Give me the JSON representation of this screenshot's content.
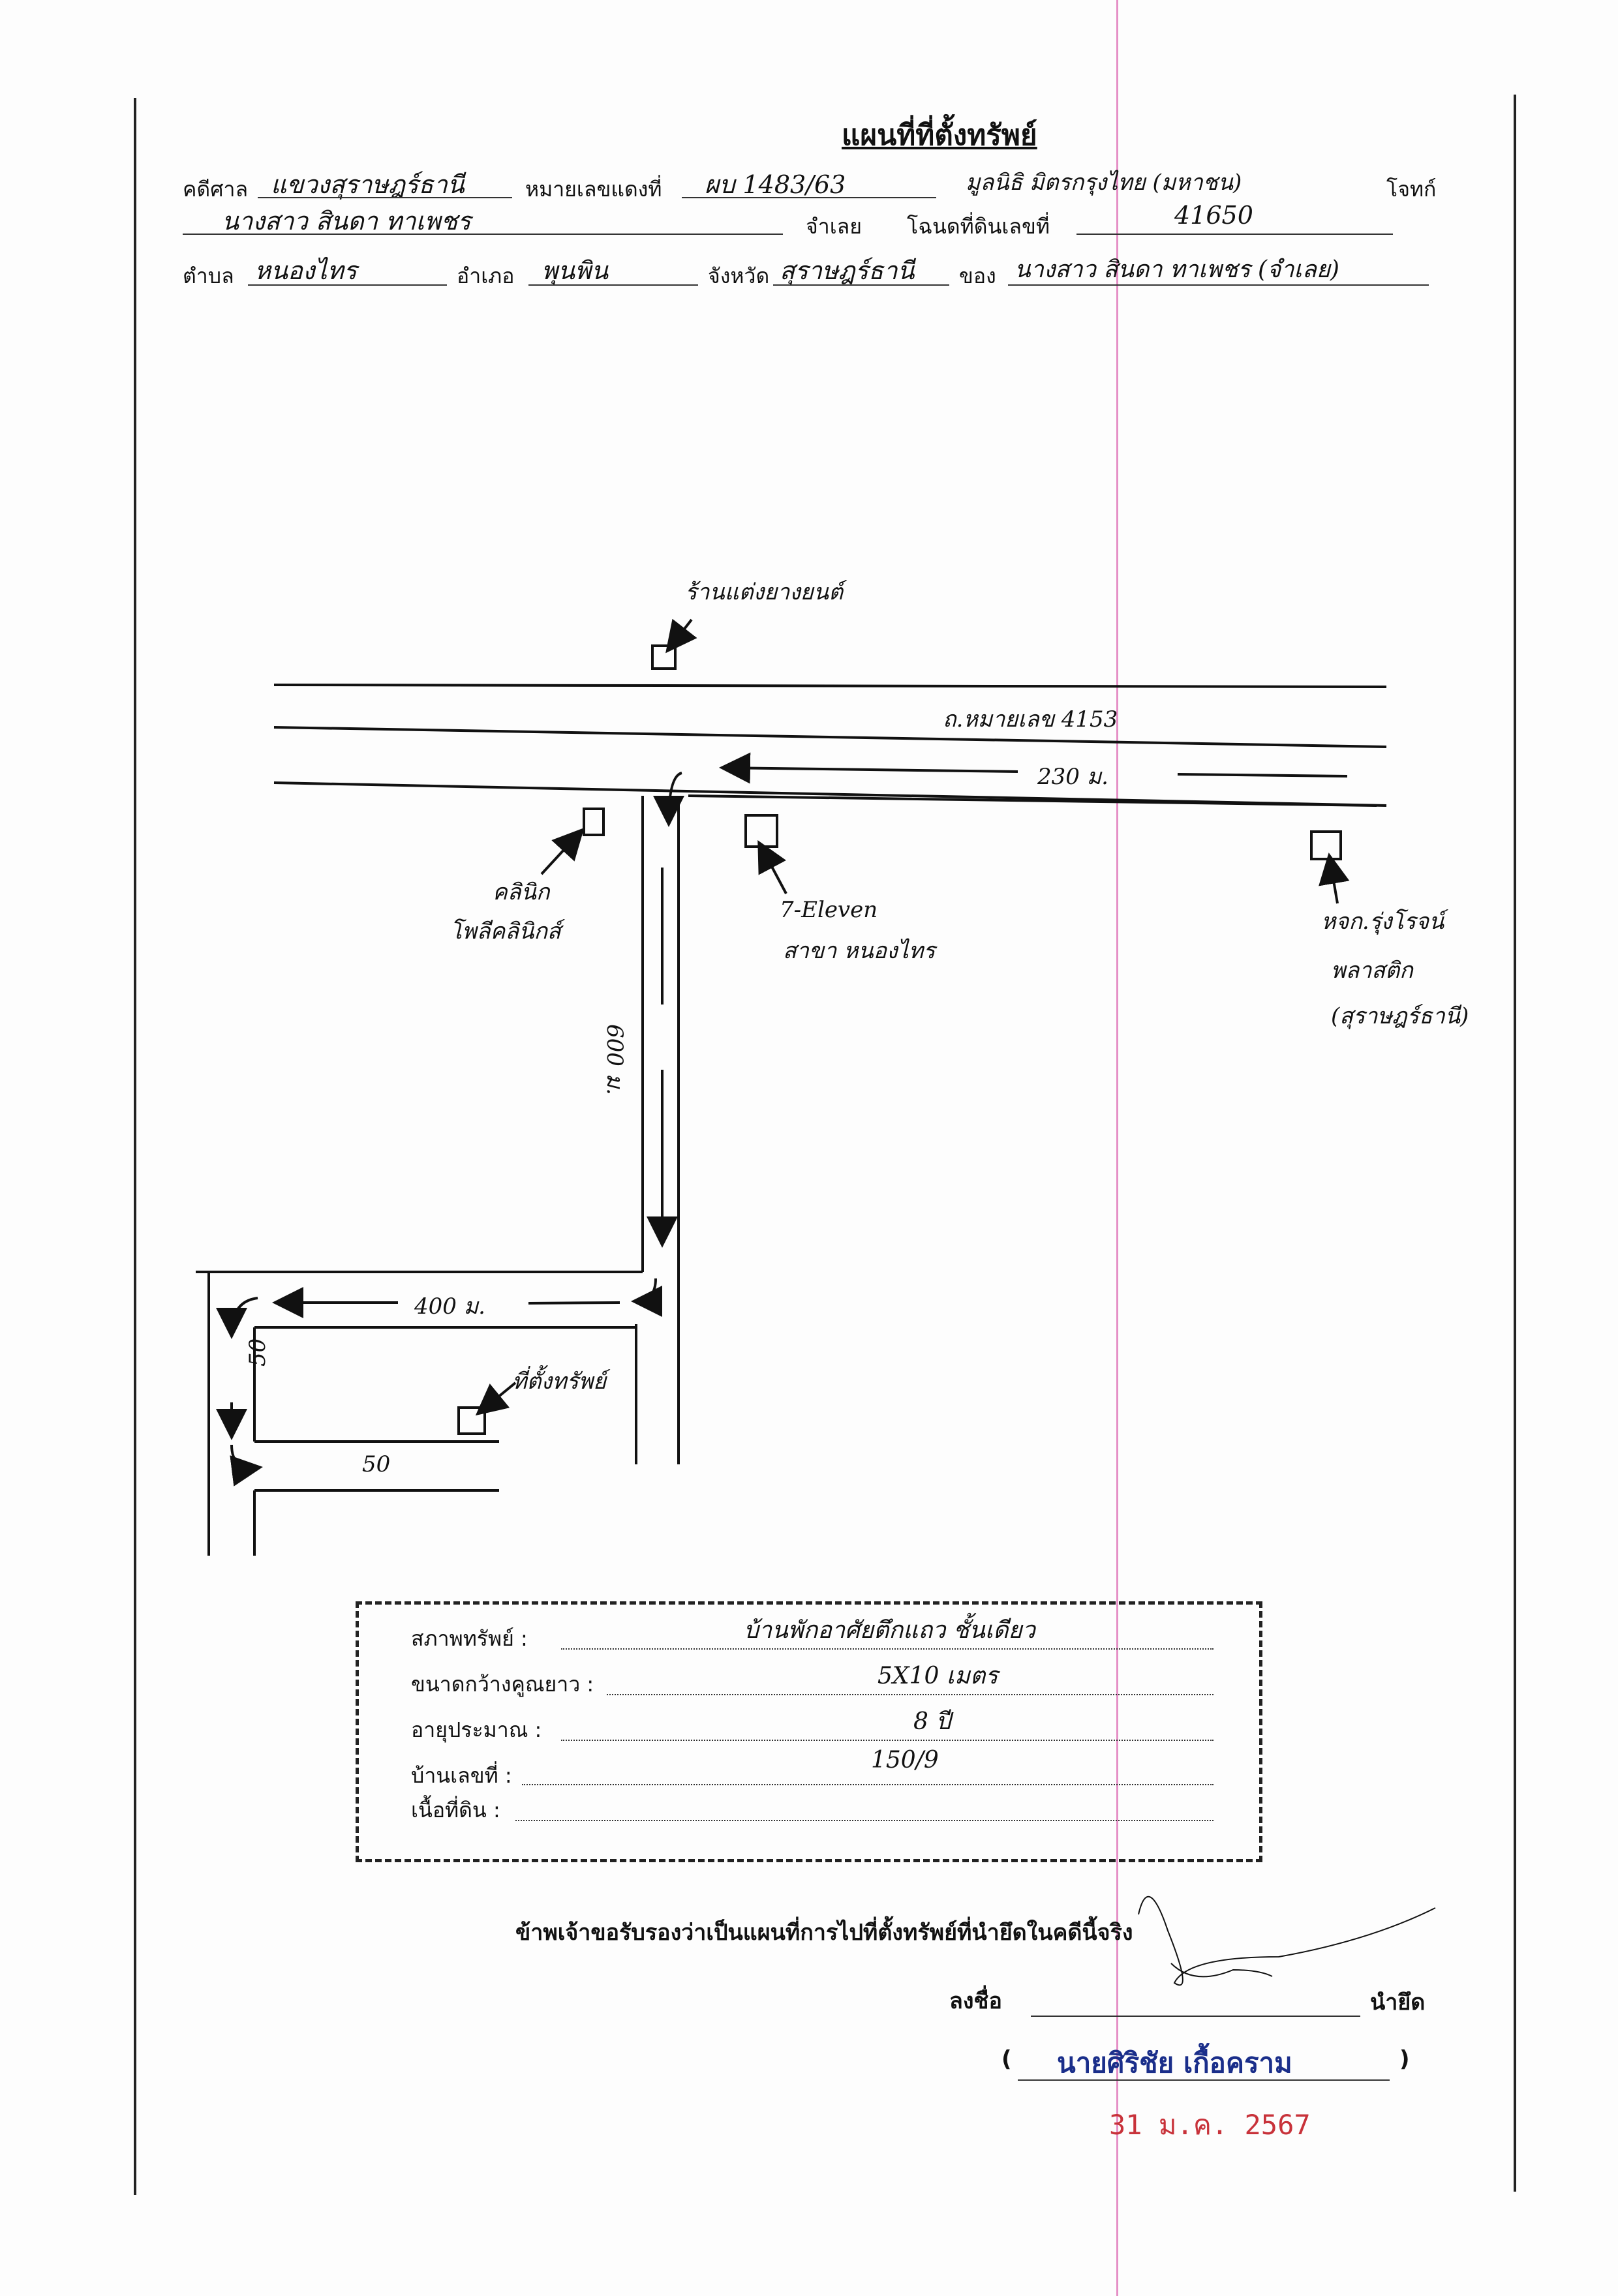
{
  "title": "แผนที่ที่ตั้งทรัพย์",
  "header": {
    "court_label": "คดีศาล",
    "court_value": "แขวงสุราษฎร์ธานี",
    "red_no_label": "หมายเลขแดงที่",
    "red_no_value": "ผบ 1483/63",
    "plaintiff_value": "มูลนิธิ มิตรกรุงไทย (มหาชน)",
    "plaintiff_label": "โจทก์",
    "defendant_value": "นางสาว สินดา ทาเพชร",
    "defendant_label": "จำเลย",
    "deed_label": "โฉนดที่ดินเลขที่",
    "deed_value": "41650",
    "tambon_label": "ตำบล",
    "tambon_value": "หนองไทร",
    "amphoe_label": "อำเภอ",
    "amphoe_value": "พุนพิน",
    "province_label": "จังหวัด",
    "province_value": "สุราษฎร์ธานี",
    "owner_label": "ของ",
    "owner_value": "นางสาว สินดา ทาเพชร (จำเลย)"
  },
  "map": {
    "top_shop": "ร้านแต่งยางยนต์",
    "road_name": "ถ.หมายเลข 4153",
    "dist_230": "230 ม.",
    "landmark_left_line1": "คลินิก",
    "landmark_left_line2": "โพลีคลินิกส์",
    "landmark_mid_line1": "7-Eleven",
    "landmark_mid_line2": "สาขา หนองไทร",
    "landmark_right_line1": "หจก.รุ่งโรจน์",
    "landmark_right_line2": "พลาสติก",
    "landmark_right_line3": "(สุราษฎร์ธานี)",
    "dist_600": "600 ม.",
    "dist_400": "400 ม.",
    "dist_50_v": "50",
    "dist_50_h": "50",
    "property": "ที่ตั้งทรัพย์"
  },
  "details": {
    "condition_label": "สภาพทรัพย์ :",
    "condition_value": "บ้านพักอาศัยตึกแถว ชั้นเดียว",
    "size_label": "ขนาดกว้างคูณยาว :",
    "size_value": "5X10 เมตร",
    "age_label": "อายุประมาณ :",
    "age_value": "8 ปี",
    "house_no_label": "บ้านเลขที่ :",
    "house_no_value": "150/9",
    "area_label": "เนื้อที่ดิน :",
    "area_value": ""
  },
  "certify": "ข้าพเจ้าขอรับรองว่าเป็นแผนที่การไปที่ตั้งทรัพย์ที่นำยึดในคดีนี้จริง",
  "sign_label": "ลงชื่อ",
  "sign_role": "นำยึด",
  "open_paren": "(",
  "close_paren": ")",
  "signer_name": "นายศิริชัย เกื้อคราม",
  "stamp_date": "31 ม.ค. 2567",
  "colors": {
    "ink": "#111111",
    "pink_line": "#e58fc6",
    "name_blue": "#1a2e8a",
    "date_red": "#c8323a"
  }
}
